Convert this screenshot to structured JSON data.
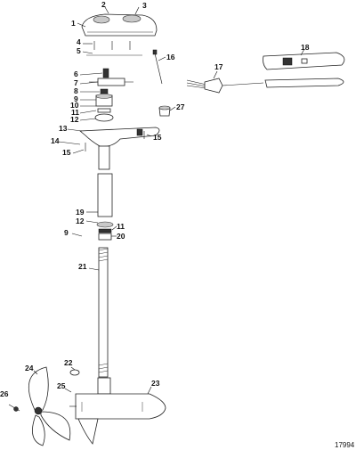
{
  "diagram": {
    "labels": [
      {
        "key": "1",
        "text": "1"
      },
      {
        "key": "2",
        "text": "2"
      },
      {
        "key": "3",
        "text": "3"
      },
      {
        "key": "4",
        "text": "4"
      },
      {
        "key": "5",
        "text": "5"
      },
      {
        "key": "6",
        "text": "6"
      },
      {
        "key": "7",
        "text": "7"
      },
      {
        "key": "8",
        "text": "8"
      },
      {
        "key": "9a",
        "text": "9"
      },
      {
        "key": "10",
        "text": "10"
      },
      {
        "key": "11a",
        "text": "11"
      },
      {
        "key": "12a",
        "text": "12"
      },
      {
        "key": "13",
        "text": "13"
      },
      {
        "key": "14",
        "text": "14"
      },
      {
        "key": "15a",
        "text": "15"
      },
      {
        "key": "15b",
        "text": "15"
      },
      {
        "key": "16",
        "text": "16"
      },
      {
        "key": "17",
        "text": "17"
      },
      {
        "key": "18",
        "text": "18"
      },
      {
        "key": "27",
        "text": "27"
      },
      {
        "key": "19",
        "text": "19"
      },
      {
        "key": "12b",
        "text": "12"
      },
      {
        "key": "11b",
        "text": "11"
      },
      {
        "key": "9b",
        "text": "9"
      },
      {
        "key": "20",
        "text": "20"
      },
      {
        "key": "21",
        "text": "21"
      },
      {
        "key": "22",
        "text": "22"
      },
      {
        "key": "23",
        "text": "23"
      },
      {
        "key": "24",
        "text": "24"
      },
      {
        "key": "25",
        "text": "25"
      },
      {
        "key": "26",
        "text": "26"
      }
    ],
    "reference_number": "17994"
  }
}
